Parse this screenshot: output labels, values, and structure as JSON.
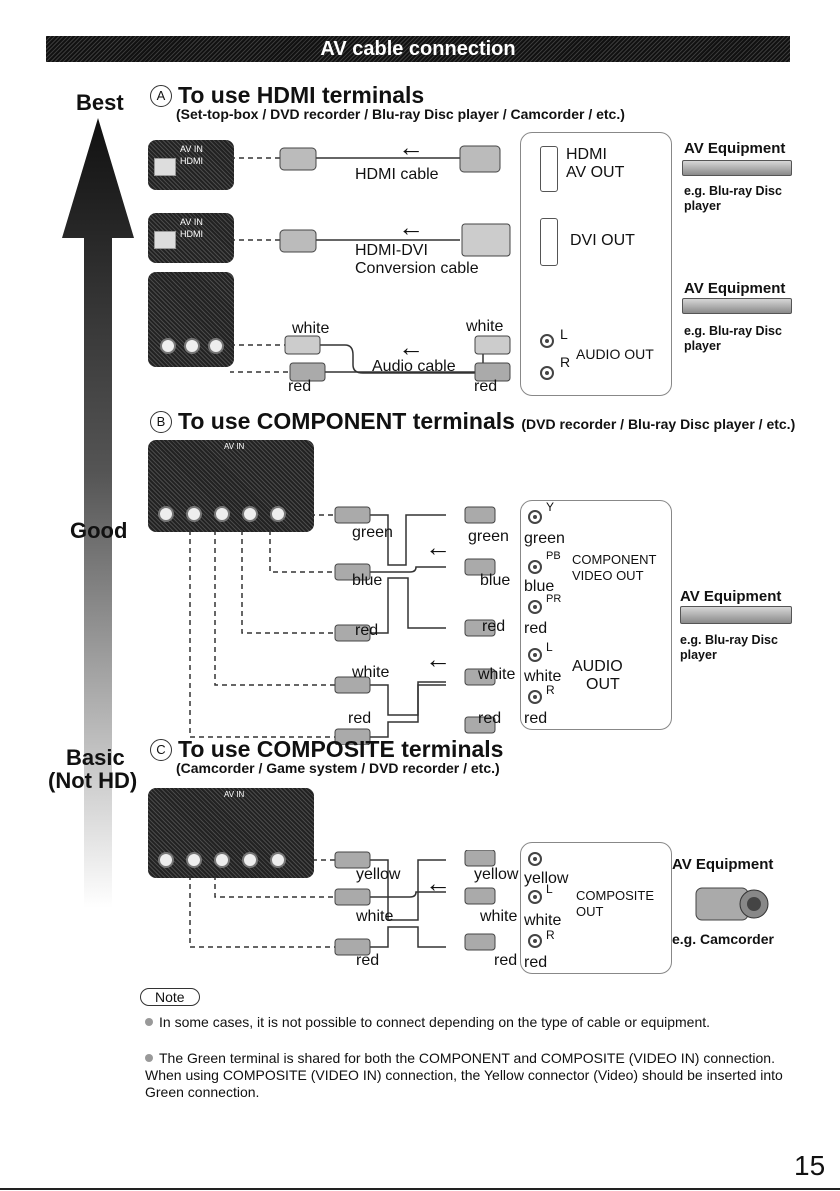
{
  "header": {
    "title": "AV cable connection"
  },
  "scale": {
    "best": "Best",
    "good": "Good",
    "basic": "Basic",
    "not_hd": "(Not HD)"
  },
  "section_a": {
    "letter": "A",
    "title": "To use HDMI terminals",
    "subtitle": "(Set-top-box / DVD recorder / Blu-ray Disc player / Camcorder / etc.)",
    "hdmi_cable": "HDMI cable",
    "dvi_cable_1": "HDMI-DVI",
    "dvi_cable_2": "Conversion cable",
    "tv_label_1": "AV IN",
    "tv_label_2": "HDMI",
    "hdmi_out_1": "HDMI",
    "hdmi_out_2": "AV OUT",
    "dvi_out": "DVI OUT",
    "audio_white_l": "white",
    "audio_white_r": "white",
    "audio_red_l": "red",
    "audio_red_r": "red",
    "audio_cable": "Audio cable",
    "audio_out": "AUDIO OUT",
    "l": "L",
    "r": "R",
    "av_equipment_1": "AV Equipment",
    "eg_1": "e.g. Blu-ray Disc",
    "eg_1b": "player",
    "av_equipment_2": "AV Equipment",
    "eg_2": "e.g. Blu-ray Disc",
    "eg_2b": "player"
  },
  "section_b": {
    "letter": "B",
    "title": "To use COMPONENT terminals",
    "subtitle": "(DVD recorder / Blu-ray Disc player / etc.)",
    "panel_label": "AV IN",
    "green_l": "green",
    "green_m": "green",
    "green_r": "green",
    "blue_l": "blue",
    "blue_m": "blue",
    "blue_r": "blue",
    "red_l": "red",
    "red_m": "red",
    "red_r": "red",
    "white_l": "white",
    "white_m": "white",
    "white_r": "white",
    "red2_l": "red",
    "red2_m": "red",
    "red2_r": "red",
    "y": "Y",
    "pb": "PB",
    "pr": "PR",
    "l": "L",
    "r": "R",
    "component_out_1": "COMPONENT",
    "component_out_2": "VIDEO OUT",
    "audio_out_1": "AUDIO",
    "audio_out_2": "OUT",
    "av_equipment": "AV Equipment",
    "eg": "e.g. Blu-ray Disc",
    "eg_b": "player"
  },
  "section_c": {
    "letter": "C",
    "title": "To use COMPOSITE terminals",
    "subtitle": "(Camcorder / Game system / DVD recorder / etc.)",
    "panel_label": "AV IN",
    "yellow_l": "yellow",
    "yellow_m": "yellow",
    "yellow_r": "yellow",
    "white_l": "white",
    "white_m": "white",
    "white_r": "white",
    "red_l": "red",
    "red_m": "red",
    "red_r": "red",
    "l": "L",
    "r": "R",
    "composite_out_1": "COMPOSITE",
    "composite_out_2": "OUT",
    "av_equipment": "AV Equipment",
    "eg": "e.g. Camcorder"
  },
  "note": {
    "label": "Note",
    "items": [
      "In some cases, it is not possible to connect depending on the type of cable or equipment.",
      "The Green terminal is shared for both the COMPONENT and COMPOSITE (VIDEO IN) connection. When using COMPOSITE (VIDEO IN) connection, the Yellow connector (Video) should be inserted into Green connection."
    ]
  },
  "page_number": "15"
}
